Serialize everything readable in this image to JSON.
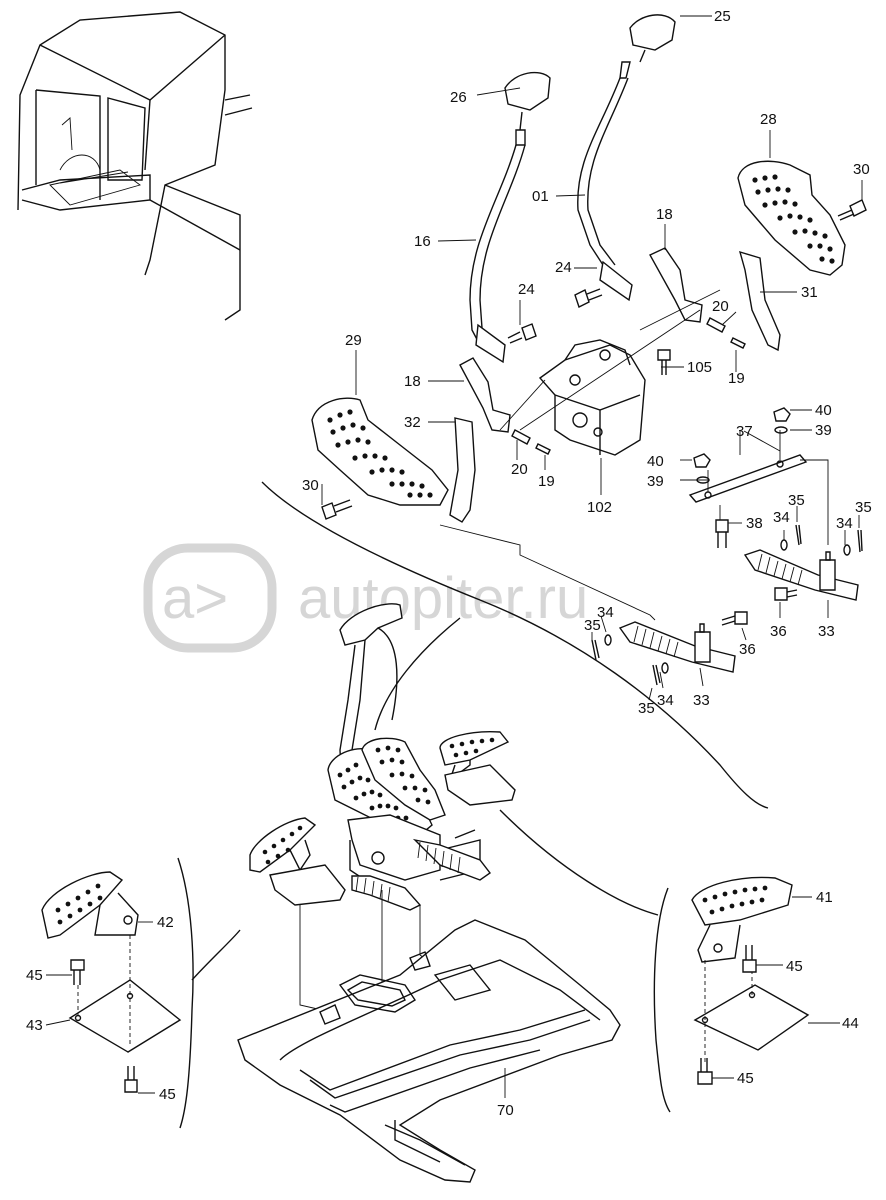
{
  "watermark": {
    "text": "autopiter.ru",
    "logo_glyph": "a>"
  },
  "callouts": {
    "c01": "01",
    "c16": "16",
    "c18a": "18",
    "c18b": "18",
    "c19a": "19",
    "c19b": "19",
    "c20a": "20",
    "c20b": "20",
    "c24a": "24",
    "c24b": "24",
    "c25": "25",
    "c26": "26",
    "c28": "28",
    "c29": "29",
    "c30a": "30",
    "c30b": "30",
    "c31": "31",
    "c32": "32",
    "c33a": "33",
    "c33b": "33",
    "c34a": "34",
    "c34b": "34",
    "c34c": "34",
    "c34d": "34",
    "c35a": "35",
    "c35b": "35",
    "c35c": "35",
    "c35d": "35",
    "c36a": "36",
    "c36b": "36",
    "c37": "37",
    "c38": "38",
    "c39a": "39",
    "c39b": "39",
    "c40a": "40",
    "c40b": "40",
    "c41": "41",
    "c42": "42",
    "c43": "43",
    "c44": "44",
    "c45a": "45",
    "c45b": "45",
    "c45c": "45",
    "c45d": "45",
    "c70": "70",
    "c102": "102",
    "c105": "105"
  },
  "colors": {
    "line": "#111111",
    "background": "#ffffff",
    "watermark": "#d6d6d6"
  }
}
